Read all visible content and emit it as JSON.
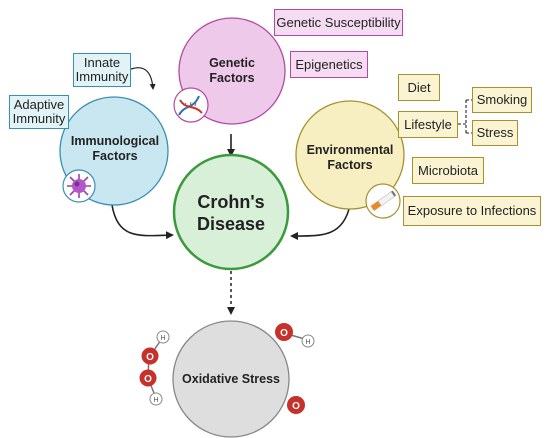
{
  "nodes": {
    "genetic": "Genetic\nFactors",
    "immunological": "Immunological\nFactors",
    "environmental": "Environmental\nFactors",
    "crohns": "Crohn's\nDisease",
    "oxidative": "Oxidative Stress"
  },
  "boxes": {
    "genetic_susceptibility": "Genetic Susceptibility",
    "epigenetics": "Epigenetics",
    "innate_immunity": "Innate\nImmunity",
    "adaptive_immunity": "Adaptive\nImmunity",
    "diet": "Diet",
    "lifestyle": "Lifestyle",
    "smoking": "Smoking",
    "stress": "Stress",
    "microbiota": "Microbiota",
    "exposure_to_infections": "Exposure to Infections"
  },
  "molecules": {
    "oxygen": "O",
    "hydrogen": "H"
  },
  "colors": {
    "genetic_fill": "#efc9ea",
    "immuno_fill": "#c9e7f1",
    "env_fill": "#f7efc2",
    "crohns_fill": "#d8f0d8",
    "crohns_stroke": "#3b9a3b",
    "oxidative_fill": "#dedede",
    "oxygen_atom": "#c6312c"
  }
}
